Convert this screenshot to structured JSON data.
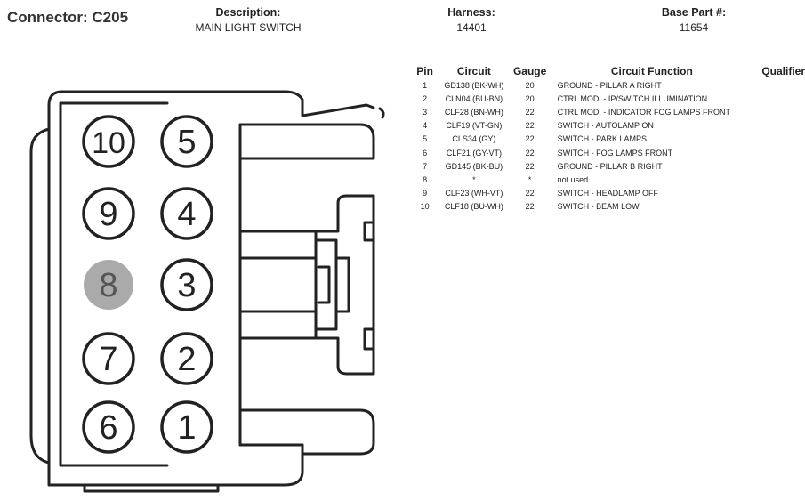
{
  "connector": {
    "title": "Connector: C205"
  },
  "header": {
    "description_label": "Description:",
    "description_value": "MAIN LIGHT SWITCH",
    "harness_label": "Harness:",
    "harness_value": "14401",
    "base_part_label": "Base Part #:",
    "base_part_value": "11654"
  },
  "table": {
    "headers": {
      "pin": "Pin",
      "circuit": "Circuit",
      "gauge": "Gauge",
      "function": "Circuit Function",
      "qualifier": "Qualifier"
    },
    "rows": [
      {
        "pin": "1",
        "circuit": "GD138 (BK-WH)",
        "gauge": "20",
        "function": "GROUND - PILLAR A RIGHT",
        "qualifier": ""
      },
      {
        "pin": "2",
        "circuit": "CLN04 (BU-BN)",
        "gauge": "20",
        "function": "CTRL MOD. - IP/SWITCH ILLUMINATION",
        "qualifier": ""
      },
      {
        "pin": "3",
        "circuit": "CLF28 (BN-WH)",
        "gauge": "22",
        "function": "CTRL MOD. - INDICATOR FOG LAMPS FRONT",
        "qualifier": ""
      },
      {
        "pin": "4",
        "circuit": "CLF19 (VT-GN)",
        "gauge": "22",
        "function": "SWITCH - AUTOLAMP ON",
        "qualifier": ""
      },
      {
        "pin": "5",
        "circuit": "CLS34 (GY)",
        "gauge": "22",
        "function": "SWITCH - PARK LAMPS",
        "qualifier": ""
      },
      {
        "pin": "6",
        "circuit": "CLF21 (GY-VT)",
        "gauge": "22",
        "function": "SWITCH - FOG LAMPS FRONT",
        "qualifier": ""
      },
      {
        "pin": "7",
        "circuit": "GD145 (BK-BU)",
        "gauge": "22",
        "function": "GROUND - PILLAR B RIGHT",
        "qualifier": ""
      },
      {
        "pin": "8",
        "circuit": "*",
        "gauge": "*",
        "function": "not used",
        "qualifier": ""
      },
      {
        "pin": "9",
        "circuit": "CLF23 (WH-VT)",
        "gauge": "22",
        "function": "SWITCH - HEADLAMP OFF",
        "qualifier": ""
      },
      {
        "pin": "10",
        "circuit": "CLF18 (BU-WH)",
        "gauge": "22",
        "function": "SWITCH - BEAM LOW",
        "qualifier": ""
      }
    ]
  },
  "diagram": {
    "pins": [
      {
        "label": "10",
        "used": true
      },
      {
        "label": "5",
        "used": true
      },
      {
        "label": "9",
        "used": true
      },
      {
        "label": "4",
        "used": true
      },
      {
        "label": "8",
        "used": false
      },
      {
        "label": "3",
        "used": true
      },
      {
        "label": "7",
        "used": true
      },
      {
        "label": "2",
        "used": true
      },
      {
        "label": "6",
        "used": true
      },
      {
        "label": "1",
        "used": true
      }
    ],
    "colors": {
      "outline": "#222222",
      "unused_pin_fill": "#aaaaaa",
      "unused_pin_text": "#555555"
    }
  }
}
